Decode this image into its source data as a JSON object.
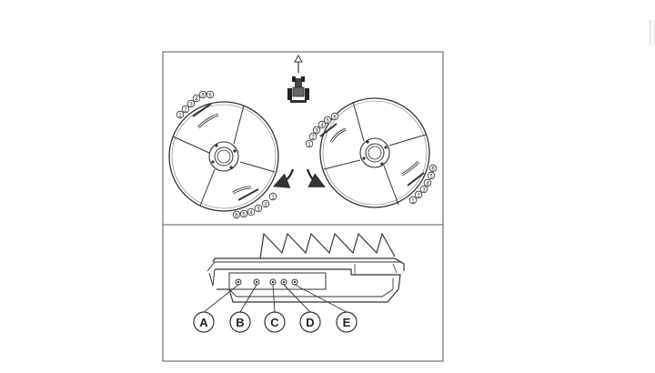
{
  "disc_left": {
    "scale_top": [
      "1",
      "2",
      "3",
      "4",
      "5",
      "6"
    ],
    "scale_bottom": [
      "6",
      "5",
      "4",
      "3",
      "2",
      "1"
    ]
  },
  "disc_right": {
    "scale_top": [
      "1",
      "2",
      "3",
      "4",
      "5",
      "6"
    ],
    "scale_bottom": [
      "1",
      "2",
      "3",
      "4",
      "5",
      "6"
    ]
  },
  "hole_labels": [
    "A",
    "B",
    "C",
    "D",
    "E"
  ],
  "colors": {
    "line": "#333333",
    "frame": "#555555",
    "background": "#ffffff"
  }
}
